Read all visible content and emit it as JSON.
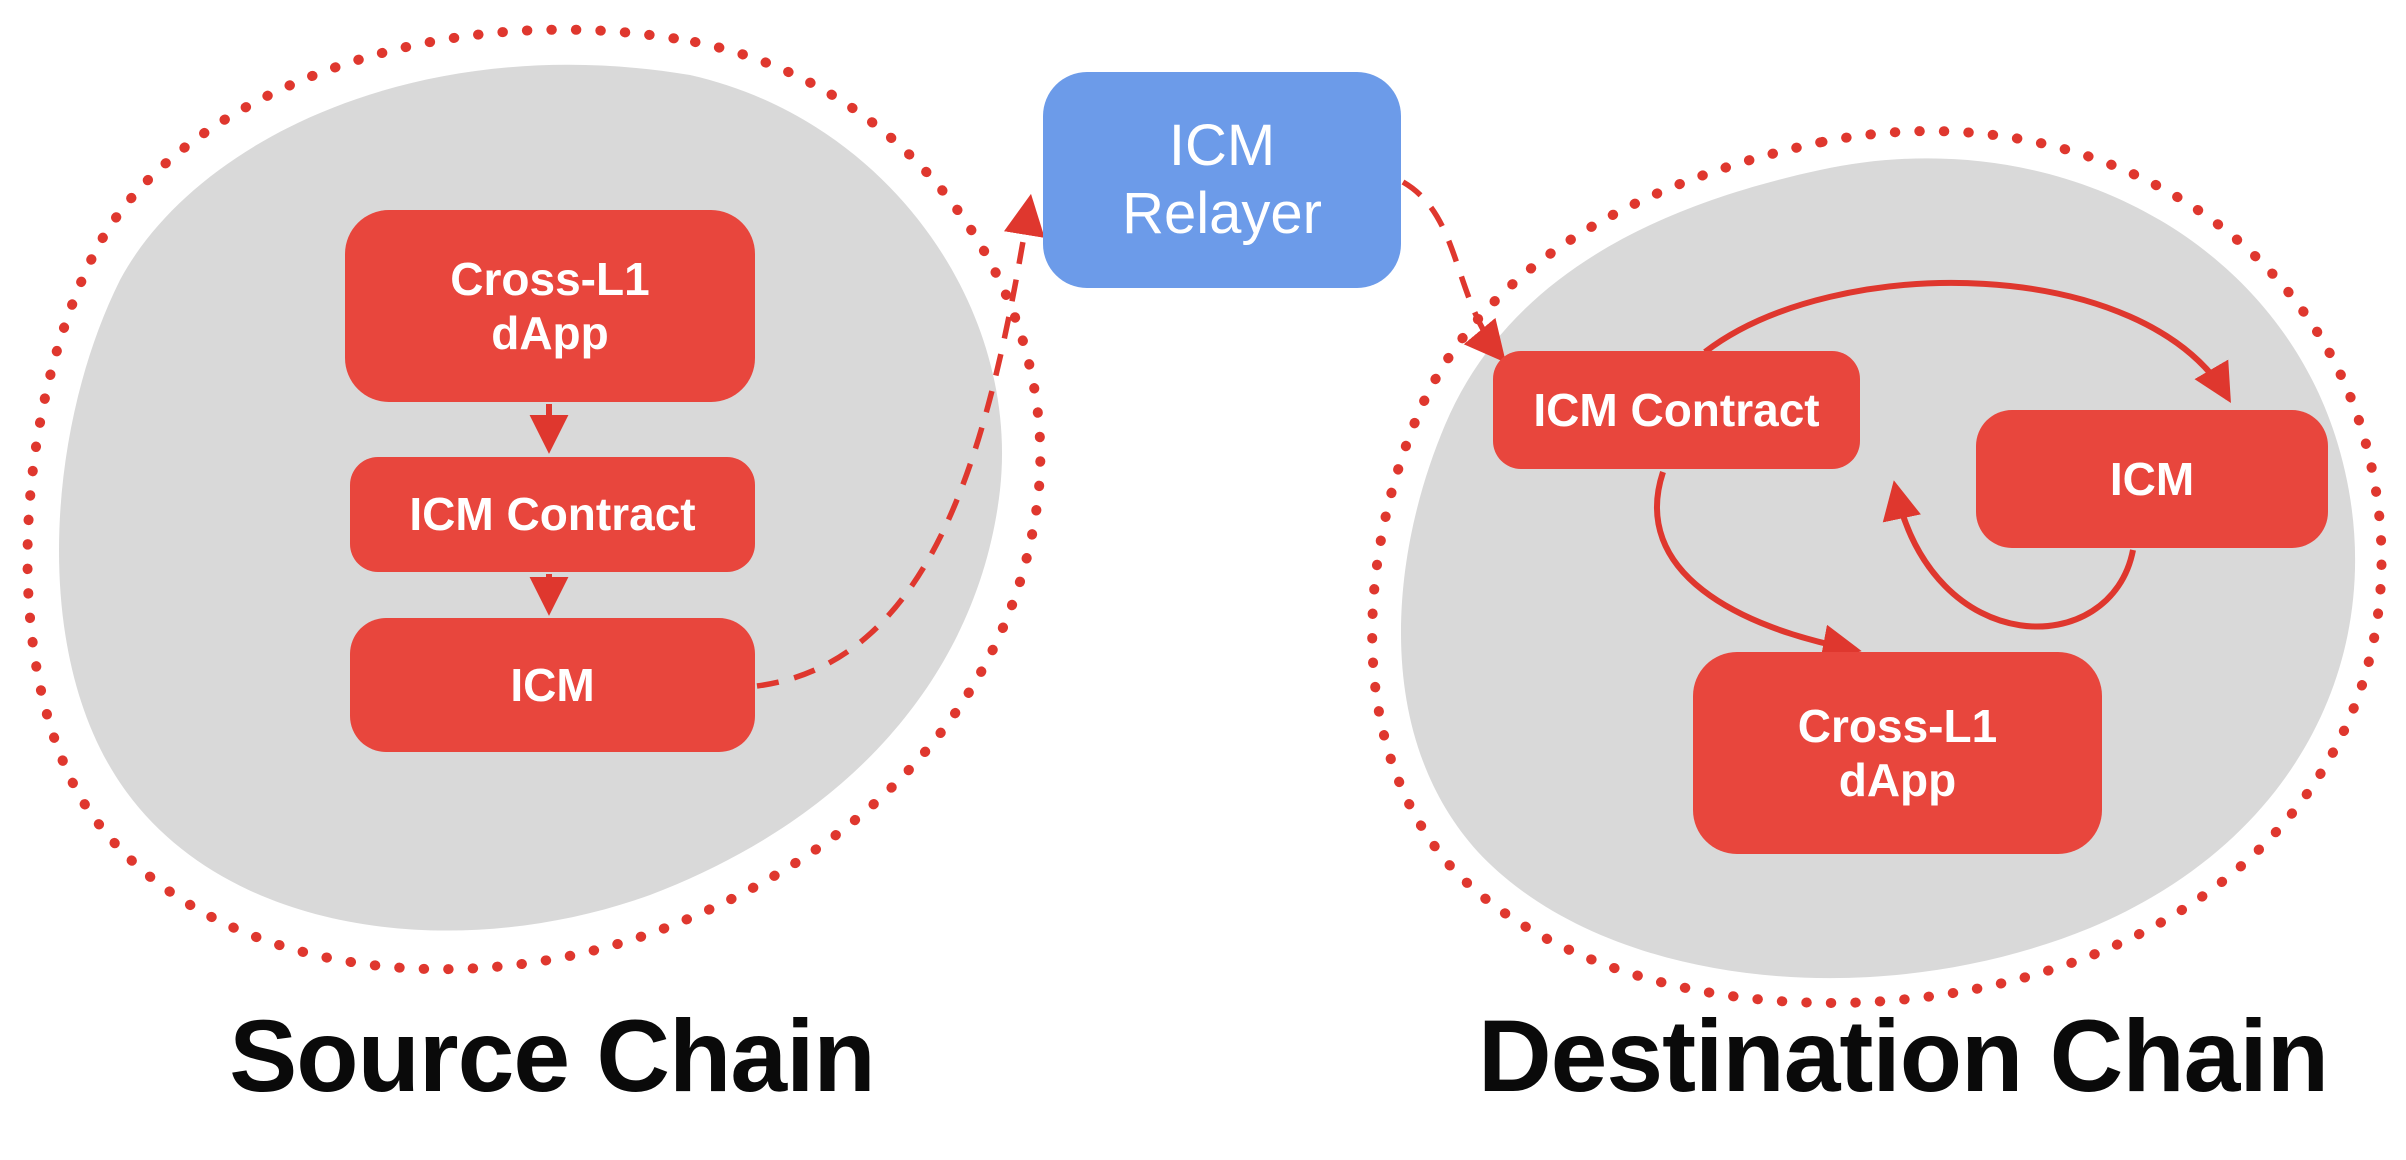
{
  "relayer": {
    "label": "ICM\nRelayer"
  },
  "source": {
    "title": "Source Chain",
    "dapp_label": "Cross-L1\ndApp",
    "contract_label": "ICM Contract",
    "icm_label": "ICM"
  },
  "destination": {
    "title": "Destination Chain",
    "contract_label": "ICM Contract",
    "icm_label": "ICM",
    "dapp_label": "Cross-L1\ndApp"
  },
  "colors": {
    "node_red": "#E8463D",
    "relayer_blue": "#6C9BE9",
    "chain_gray": "#D9D9D9",
    "accent_red": "#DF372E",
    "title_ink": "#0A0A0A",
    "background": "#FFFFFF"
  }
}
